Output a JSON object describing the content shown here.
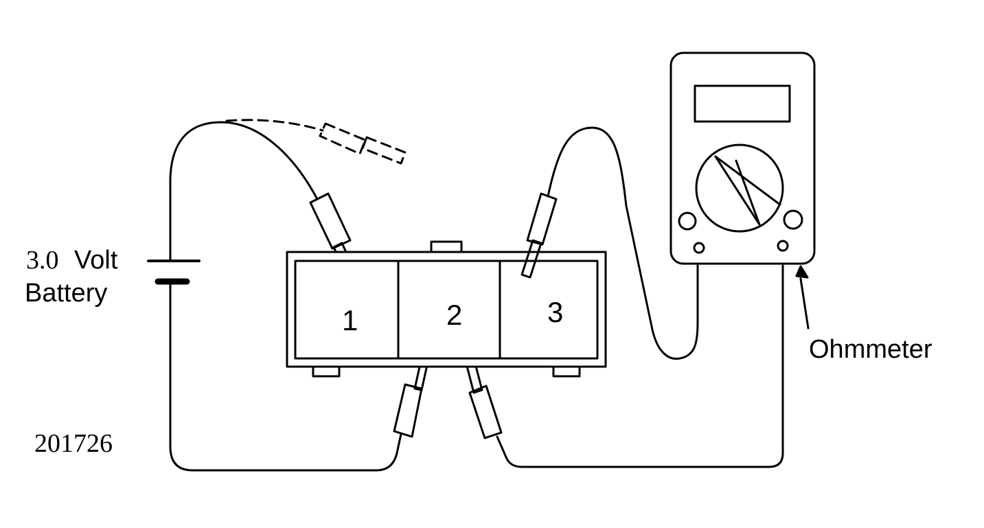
{
  "battery": {
    "voltage": "3.0",
    "unit": "Volt",
    "word": "Battery"
  },
  "meter": {
    "label": "Ohmmeter"
  },
  "component": {
    "terminals": [
      "1",
      "2",
      "3"
    ]
  },
  "figure": {
    "id": "201726"
  }
}
